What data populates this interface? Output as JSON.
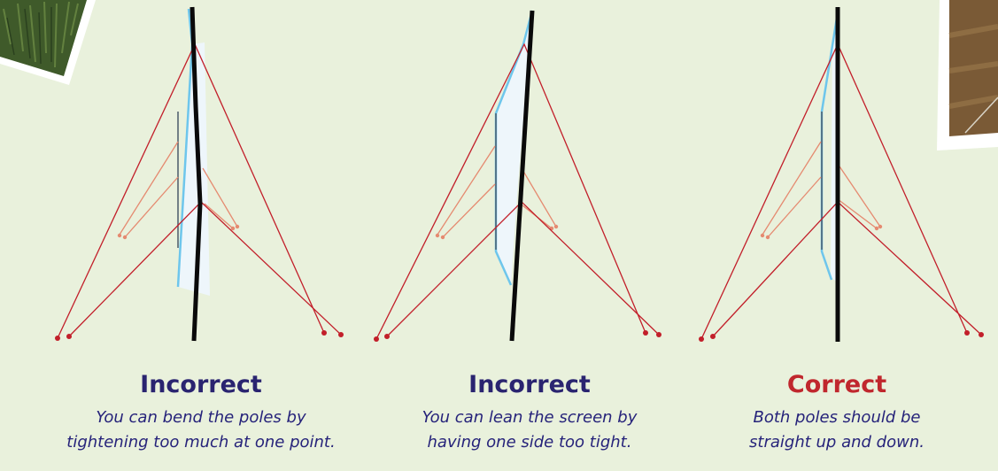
{
  "colors": {
    "background": "#e9f1dc",
    "incorrect": "#2a2470",
    "correct": "#c0272d",
    "guy_rope": "#c21f2a",
    "inner_rope": "#e58a70",
    "screen_edge": "#6ec6ec",
    "screen_fill": "#eef6fb",
    "pole": "#0a0a0a"
  },
  "panels": [
    {
      "heading": "Incorrect",
      "status": "incorrect",
      "description_line1": "You can bend the poles by",
      "description_line2": "tightening too much at one point."
    },
    {
      "heading": "Incorrect",
      "status": "incorrect",
      "description_line1": "You can lean the screen by",
      "description_line2": "having one side too tight."
    },
    {
      "heading": "Correct",
      "status": "correct",
      "description_line1": "Both poles should be",
      "description_line2": "straight up and down."
    }
  ],
  "icons": [
    "grass-photo",
    "field-photo",
    "pole",
    "screen",
    "guy-rope",
    "anchor-stake"
  ]
}
